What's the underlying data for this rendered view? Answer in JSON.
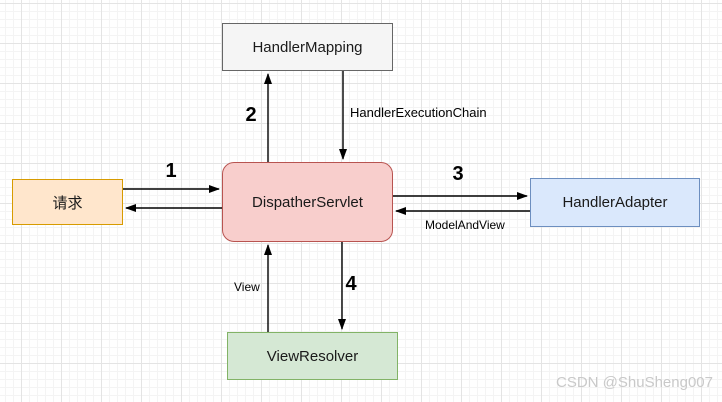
{
  "diagram": {
    "nodes": {
      "request": {
        "label": "请求",
        "fill": "#ffe6cc",
        "border": "#d79b00"
      },
      "handler_mapping": {
        "label": "HandlerMapping",
        "fill": "#f5f5f5",
        "border": "#666666"
      },
      "dispatcher_servlet": {
        "label": "DispatherServlet",
        "fill": "#f8cecc",
        "border": "#b85450"
      },
      "handler_adapter": {
        "label": "HandlerAdapter",
        "fill": "#dae8fc",
        "border": "#6c8ebf"
      },
      "view_resolver": {
        "label": "ViewResolver",
        "fill": "#d5e8d4",
        "border": "#82b366"
      }
    },
    "edge_labels": {
      "step1": "1",
      "step2": "2",
      "step3": "3",
      "step4": "4",
      "handler_execution_chain": "HandlerExecutionChain",
      "model_and_view": "ModelAndView",
      "view": "View"
    },
    "edge_color": "#000000",
    "grid": {
      "minor_color": "#f4f4f4",
      "major_color": "#e4e4e4"
    }
  },
  "watermark": "CSDN @ShuSheng007"
}
